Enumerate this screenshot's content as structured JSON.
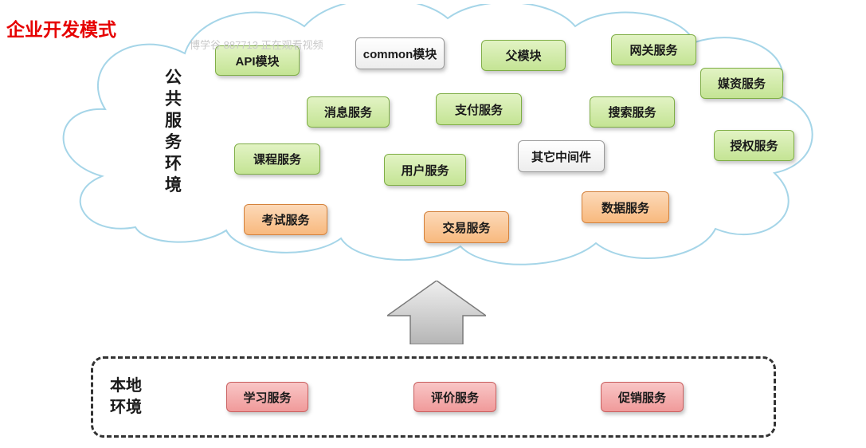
{
  "title": "企业开发模式",
  "watermark": "博学谷 887713 正在观看视频",
  "cloud": {
    "label": "公共服务环境",
    "services": [
      {
        "label": "API模块",
        "type": "green"
      },
      {
        "label": "common模块",
        "type": "white"
      },
      {
        "label": "父模块",
        "type": "green"
      },
      {
        "label": "网关服务",
        "type": "green"
      },
      {
        "label": "媒资服务",
        "type": "green"
      },
      {
        "label": "消息服务",
        "type": "green"
      },
      {
        "label": "支付服务",
        "type": "green"
      },
      {
        "label": "搜索服务",
        "type": "green"
      },
      {
        "label": "授权服务",
        "type": "green"
      },
      {
        "label": "课程服务",
        "type": "green"
      },
      {
        "label": "用户服务",
        "type": "green"
      },
      {
        "label": "其它中间件",
        "type": "white"
      },
      {
        "label": "数据服务",
        "type": "orange"
      },
      {
        "label": "考试服务",
        "type": "orange"
      },
      {
        "label": "交易服务",
        "type": "orange"
      }
    ]
  },
  "local_env": {
    "label": "本地环境",
    "services": [
      {
        "label": "学习服务"
      },
      {
        "label": "评价服务"
      },
      {
        "label": "促销服务"
      }
    ]
  },
  "colors": {
    "title": "#e60000",
    "cloud_outline": "#a5d5e8",
    "green_box": "#c4e494",
    "white_box": "#f5f5f5",
    "orange_box": "#f8b97e",
    "pink_box": "#f09a9a",
    "arrow": "#c0c0c0"
  }
}
